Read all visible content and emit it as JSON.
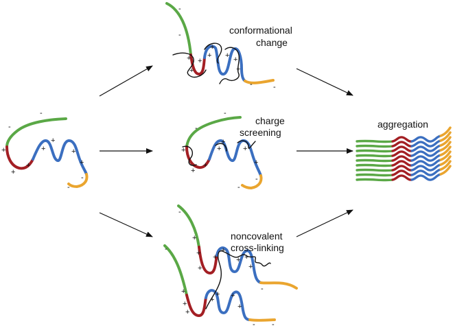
{
  "colors": {
    "green": "#5aa846",
    "red": "#a31f24",
    "blue": "#3b6fc0",
    "orange": "#eaa52f",
    "ion": "#111111"
  },
  "labels": {
    "conformational_line1": "conformational",
    "conformational_line2": "change",
    "charge_line1": "charge",
    "charge_line2": "screening",
    "noncovalent_line1": "noncovalent",
    "noncovalent_line2": "cross-linking",
    "aggregation": "aggregation"
  },
  "signs": {
    "plus": "+",
    "minus": "-"
  }
}
